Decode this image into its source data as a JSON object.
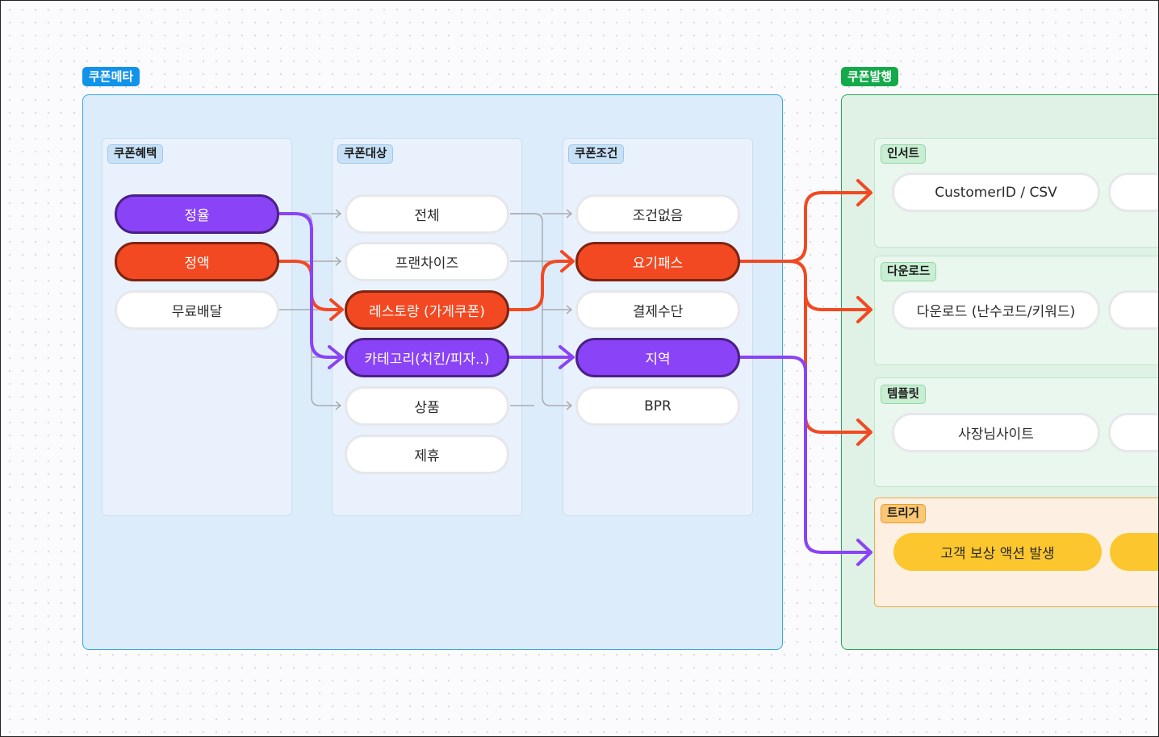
{
  "groups": {
    "meta": "쿠폰메타",
    "issue": "쿠폰발행"
  },
  "panels": {
    "benefit": "쿠폰혜택",
    "target": "쿠폰대상",
    "condition": "쿠폰조건"
  },
  "benefit_nodes": [
    "정율",
    "정액",
    "무료배달"
  ],
  "target_nodes": [
    "전체",
    "프랜차이즈",
    "레스토랑 (가게쿠폰)",
    "카테고리(치킨/피자..)",
    "상품",
    "제휴"
  ],
  "condition_nodes": [
    "조건없음",
    "요기패스",
    "결제수단",
    "지역",
    "BPR"
  ],
  "issue_sections": [
    {
      "label": "인서트",
      "node": "CustomerID / CSV"
    },
    {
      "label": "다운로드",
      "node": "다운로드 (난수코드/키워드)"
    },
    {
      "label": "템플릿",
      "node": "사장님사이트"
    },
    {
      "label": "트리거",
      "node": "고객 보상 액션 발생"
    }
  ],
  "colors": {
    "purple": "#8a43f6",
    "red": "#f24922",
    "yellow": "#fcc72e",
    "gray_line": "#a9abb1",
    "meta_blue": "#1193ea",
    "issue_green": "#14a94a"
  }
}
